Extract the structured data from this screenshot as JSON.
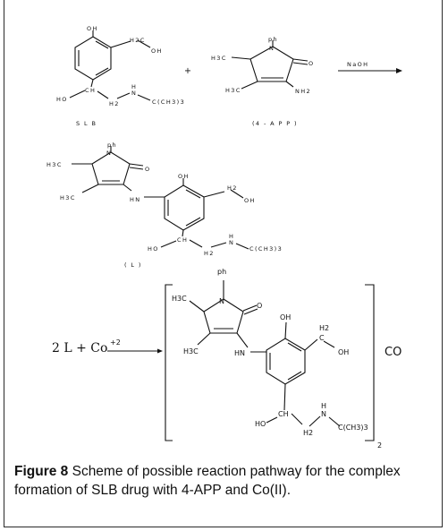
{
  "reactants": {
    "slb": {
      "oh_top": "OH",
      "ch2": "H2C",
      "oh_side": "OH",
      "ho": "HO",
      "ch": "CH",
      "h2": "H2",
      "n": "N",
      "h": "H",
      "tbu": "C(CH3)3",
      "label": "S L B"
    },
    "plus": "+",
    "app": {
      "ph": "ph",
      "n": "N",
      "o": "O",
      "h3c_1": "H3C",
      "h3c_2": "H3C",
      "nh2": "NH2",
      "label": "(4 - A P P )"
    },
    "arrow_label": "NaOH"
  },
  "ligand": {
    "ph": "ph",
    "n": "N",
    "o": "O",
    "h3c_1": "H3C",
    "h3c_2": "H3C",
    "hn": "HN",
    "oh": "OH",
    "h2": "H2",
    "oh2": "OH",
    "ho": "HO",
    "ch": "CH",
    "h2b": "H2",
    "n2": "N",
    "h": "H",
    "tbu": "C(CH3)3",
    "label": "( L )"
  },
  "complexation": {
    "reagents": "2 L + Co",
    "charge": "+2",
    "ph": "ph",
    "n": "N",
    "o": "O",
    "h3c_1": "H3C",
    "h3c_2": "H3C",
    "hn": "HN",
    "oh": "OH",
    "h2": "H2",
    "c": "C",
    "oh2": "OH",
    "ho": "HO",
    "ch": "CH",
    "h2b": "H2",
    "n2": "N",
    "h": "H",
    "tbu": "C(CH3)3",
    "subscript": "2",
    "co": "CO"
  },
  "caption": {
    "label": "Figure 8",
    "text": " Scheme of possible reaction pathway for the complex formation of SLB drug with 4-APP and Co(II)."
  }
}
